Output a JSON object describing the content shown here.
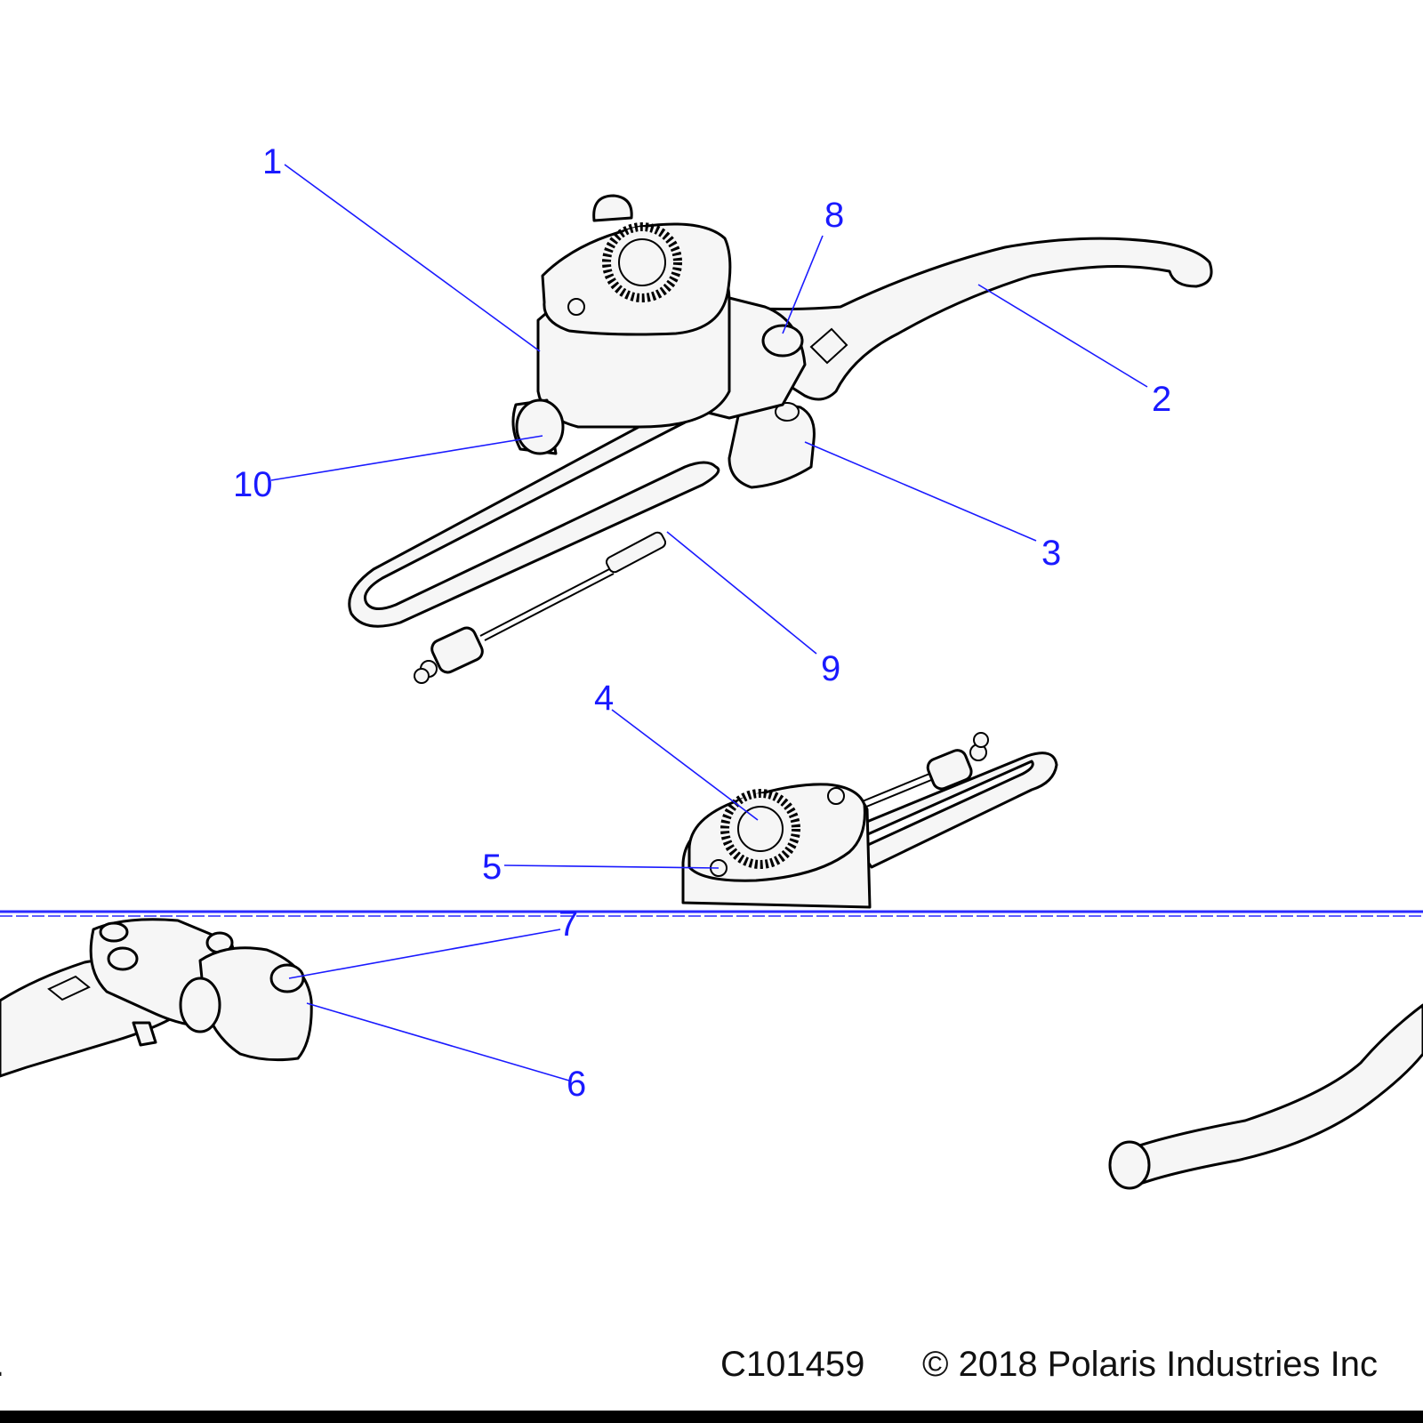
{
  "callouts": {
    "c1": "1",
    "c2": "2",
    "c3": "3",
    "c4": "4",
    "c5": "5",
    "c6": "6",
    "c7": "7",
    "c8": "8",
    "c9": "9",
    "c10": "10"
  },
  "footer": {
    "left_fragment": "c.",
    "drawing_number": "C101459",
    "copyright": "© 2018 Polaris Industries Inc"
  },
  "colors": {
    "callout": "#1a1aff",
    "part_fill": "#f6f6f6",
    "outline": "#000000"
  }
}
